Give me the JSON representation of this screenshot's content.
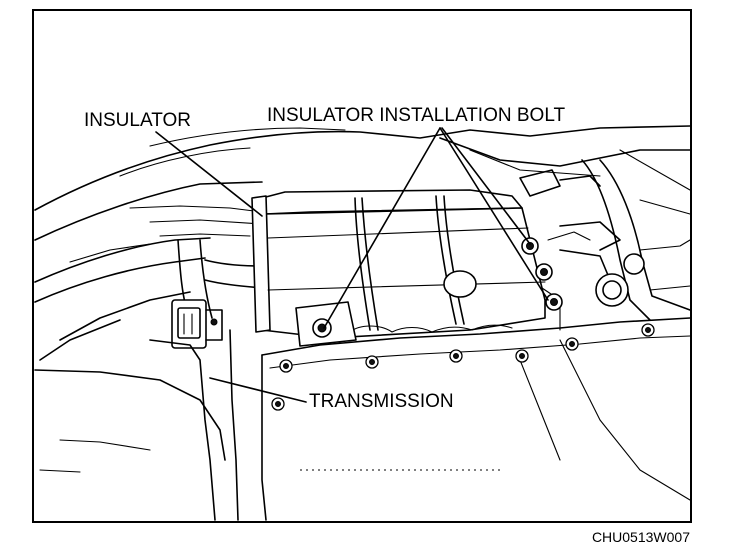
{
  "labels": {
    "insulator": "INSULATOR",
    "insulator_installation_bolt": "INSULATOR INSTALLATION BOLT",
    "transmission": "TRANSMISSION"
  },
  "figure_code": "CHU0513W007"
}
